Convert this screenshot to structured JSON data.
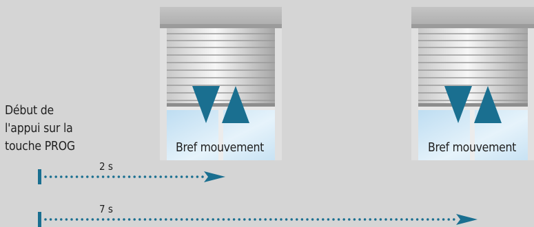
{
  "start_label": {
    "lines": [
      "Début de",
      "l'appui sur la",
      "touche PROG"
    ]
  },
  "windows": [
    {
      "caption": "Bref mouvement",
      "icons": [
        "arrow-down-icon",
        "arrow-up-icon"
      ]
    },
    {
      "caption": "Bref mouvement",
      "icons": [
        "arrow-down-icon",
        "arrow-up-icon"
      ]
    }
  ],
  "durations": [
    {
      "label": "2 s"
    },
    {
      "label": "7 s"
    }
  ],
  "colors": {
    "background": "#d5d5d5",
    "accent": "#1a6f90",
    "shutter_light": "#f2f2f2",
    "shutter_dark": "#a8a8a8",
    "glass": "#cfe6f4",
    "text": "#1f1f1f"
  }
}
